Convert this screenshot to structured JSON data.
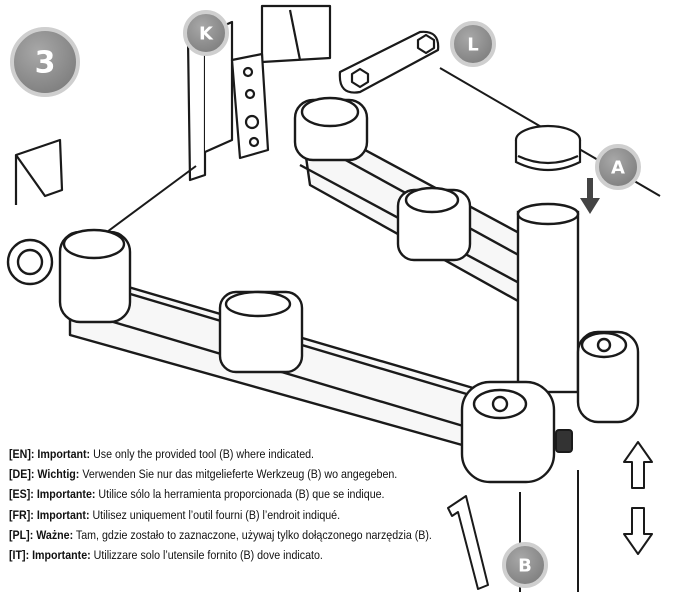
{
  "step": {
    "number": "3"
  },
  "callouts": {
    "k": "K",
    "l": "L",
    "a": "A",
    "b": "B"
  },
  "notes": [
    {
      "tag": "[EN]:",
      "keyword": "Important:",
      "text": "Use only the provided tool (B) where indicated."
    },
    {
      "tag": "[DE]:",
      "keyword": "Wichtig:",
      "text": "Verwenden Sie nur das mitgelieferte Werkzeug (B) wo angegeben."
    },
    {
      "tag": "[ES]:",
      "keyword": "Importante:",
      "text": "Utilice sólo la herramienta proporcionada (B) que se indique."
    },
    {
      "tag": "[FR]:",
      "keyword": "Important:",
      "text": "Utilisez uniquement l’outil fourni (B) l’endroit indiqué."
    },
    {
      "tag": "[PL]:",
      "keyword": "Ważne:",
      "text": "Tam, gdzie zostało to zaznaczone, używaj tylko dołączonego narzędzia (B)."
    },
    {
      "tag": "[IT]:",
      "keyword": "Importante:",
      "text": "Utilizzare solo l’utensile fornito (B) dove indicato."
    }
  ],
  "colors": {
    "badge": "#8f8f8f",
    "line": "#1a1a1a",
    "fill": "#f7f7f7",
    "text": "#111111"
  }
}
